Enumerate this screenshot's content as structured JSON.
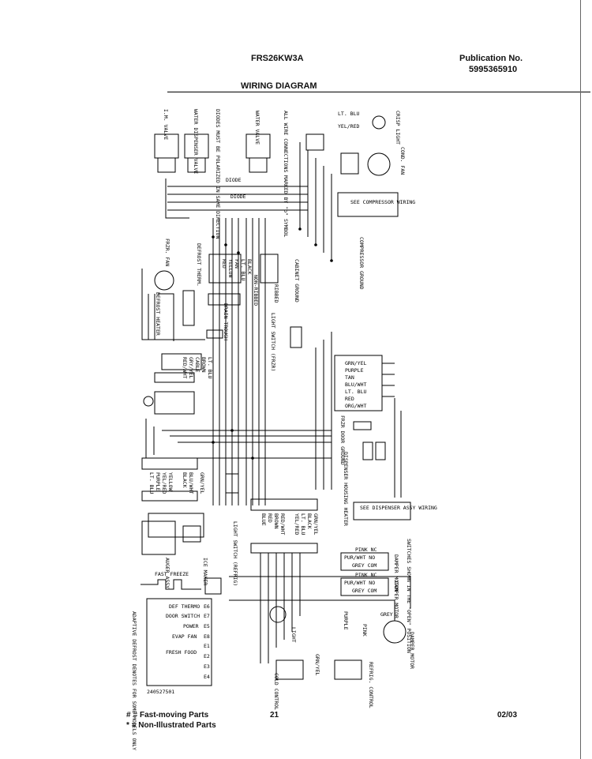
{
  "header": {
    "model": "FRS26KW3A",
    "publication_label": "Publication No.",
    "publication_number": "5995365910",
    "title": "WIRING DIAGRAM"
  },
  "labels": {
    "ice_water_valve": "I.M. VALVE",
    "dispenser_water_valve": "WATER DISPENSER VALVE",
    "water_valve": "WATER VALVE",
    "diodes_note": "DIODES MUST BE POLARIZED IN SAME DIRECTION",
    "all_wire_note": "ALL WIRE CONNECTIONS MARKED BY \"o\" SYMBOL",
    "diode1": "DIODE",
    "diode2": "DIODE",
    "crisp_light": "CRISP LIGHT",
    "cond_fan": "COND. FAN",
    "lt_blu": "LT. BLU",
    "yel_red": "YEL/RED",
    "see_compressor": "SEE COMPRESSOR WIRING",
    "compressor_ground": "COMPRESSOR GROUND",
    "frzr_fan": "FRZR. FAN",
    "defrost_therm": "DEFROST THERM.",
    "defrost_heater": "DEFROST HEATER",
    "drain_trough": "DRAIN TROUGH",
    "cabinet_ground": "CABINET GROUND",
    "ribbed": "RIBBED",
    "non_ribbed": "NON-RIBBED",
    "light_switch_frzr": "LIGHT SWITCH (FRZR)",
    "light_switch_refrig": "LIGHT SWITCH (REFRIG)",
    "frzr_door_ground": "FRZR DOOR GROUND",
    "dispenser_housing_heater": "DISPENSER HOUSING HEATER",
    "see_dispenser": "SEE DISPENSER ASSY WIRING",
    "auger_assy": "AUGER ASSY",
    "ice_maker": "ICE MAKER",
    "fast_freeze": "FAST FREEZE",
    "switches_note": "SWITCHES SHOWN IN THE \"OPEN\" POSITION",
    "damper_motor1": "DAMPER MOTOR",
    "damper_motor2": "DAMPER MOTOR",
    "damper_motor3": "DAMPER MOTOR",
    "pink_nc1": "PINK NC",
    "pur_wht_no1": "PUR/WHT NO",
    "grey_com1": "GREY COM",
    "pink_nc2": "PINK NC",
    "pur_wht_no2": "PUR/WHT NO",
    "grey_com2": "GREY COM",
    "grey": "GREY",
    "light": "LIGHT",
    "purple": "PURPLE",
    "pink": "PINK",
    "cold_control": "COLD CONTROL",
    "refrig_control": "REFRIG. CONTROL",
    "grn_yel": "GRN/YEL",
    "adaptive_defrost_note": "ADAPTIVE DEFROST DENOTES FOR SOME MODELS ONLY",
    "board_code": "240527501"
  },
  "harness_wires": {
    "bundle1": [
      "BLACK",
      "LT. BLU",
      "FAN",
      "YELLOW",
      "RED"
    ],
    "bundle2": [
      "LT. BLU",
      "BROWN",
      "CABLE",
      "GRY/YEL",
      "RED/WHT"
    ],
    "bundle3": [
      "GRN/YEL",
      "PURPLE",
      "TAN",
      "BLU/WHT",
      "LT. BLU",
      "RED",
      "ORG/WHT"
    ],
    "bundle4": [
      "YELLOW",
      "YEL/RED",
      "PURPLE",
      "LT. BLU",
      "BLACK",
      "BLU/WHT",
      "GRN/YEL"
    ],
    "bundle5": [
      "GRN/YEL",
      "BLACK",
      "LT. BLU",
      "YEL/RED",
      "RED/WHT",
      "BROWN",
      "RED",
      "BLUE"
    ]
  },
  "control_board": {
    "terminals": [
      {
        "code": "E6",
        "label": "DEF THERMO"
      },
      {
        "code": "E7",
        "label": "DOOR SWITCH"
      },
      {
        "code": "E5",
        "label": "POWER"
      },
      {
        "code": "E8",
        "label": "EVAP FAN"
      },
      {
        "code": "E1",
        "label": "FRESH FOOD"
      },
      {
        "code": "E2",
        "label": ""
      },
      {
        "code": "E3",
        "label": ""
      },
      {
        "code": "E4",
        "label": ""
      }
    ]
  },
  "footer": {
    "legend1": "# = Fast-moving Parts",
    "legend2": "* = Non-Illustrated Parts",
    "page": "21",
    "date": "02/03"
  }
}
